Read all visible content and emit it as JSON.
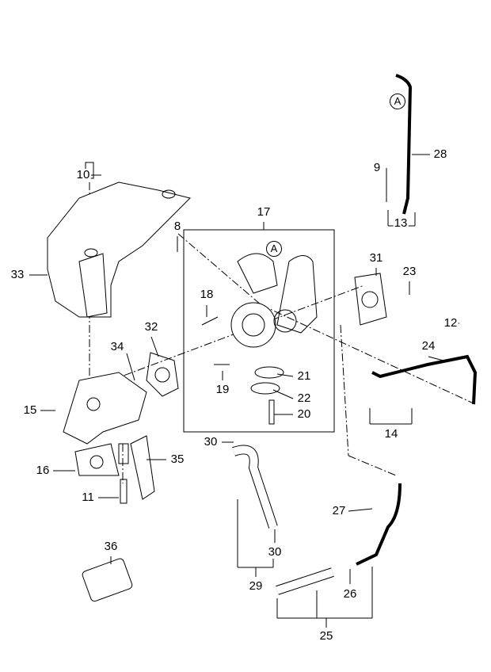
{
  "callouts": [
    "10",
    "9",
    "28",
    "33",
    "8",
    "17",
    "31",
    "23",
    "18",
    "12",
    "32",
    "34",
    "24",
    "21",
    "19",
    "22",
    "20",
    "15",
    "14",
    "30",
    "16",
    "35",
    "11",
    "27",
    "36",
    "30",
    "29",
    "26",
    "25",
    "13"
  ],
  "refs": [
    "A",
    "A"
  ]
}
